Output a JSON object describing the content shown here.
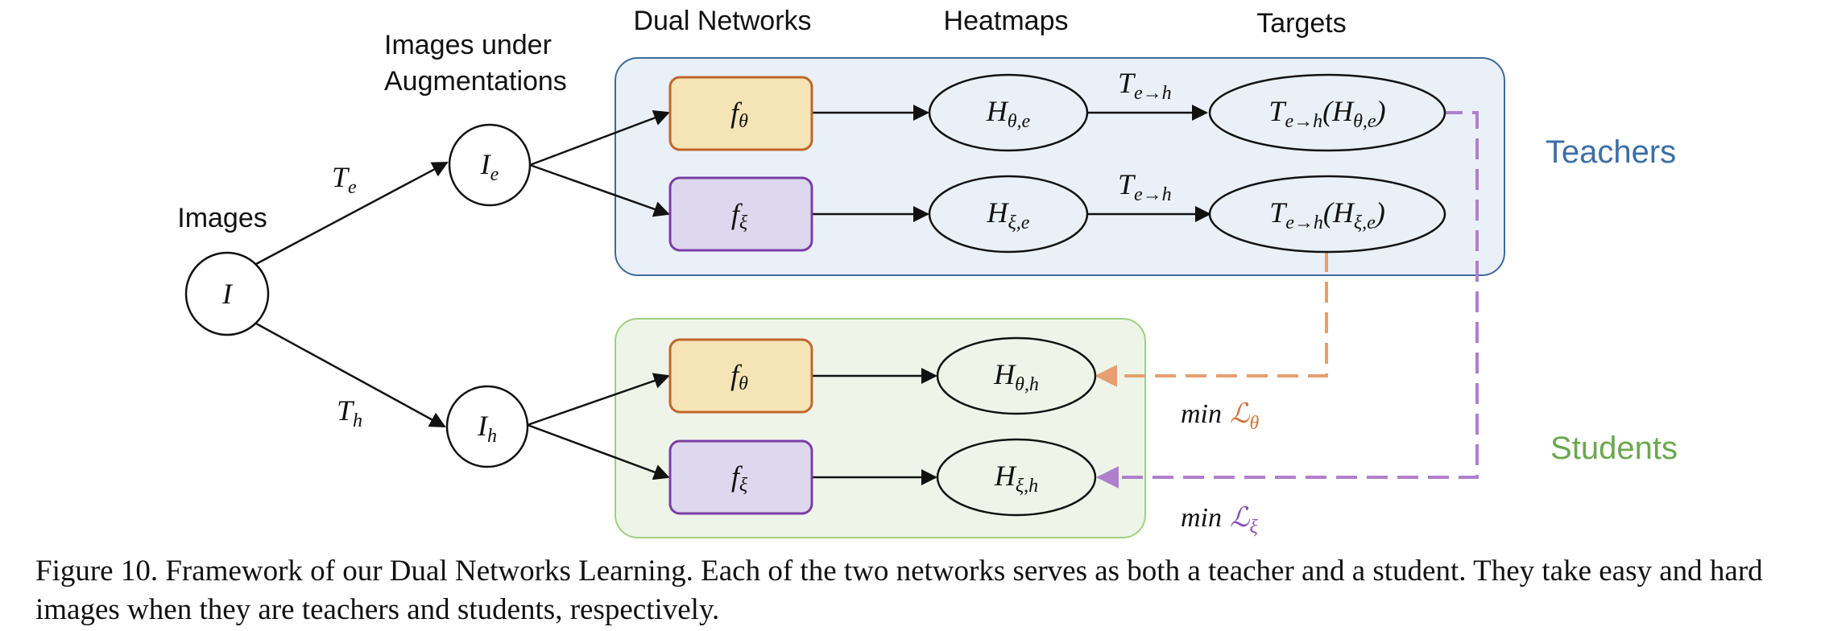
{
  "headers": {
    "images": "Images",
    "augmentations_line1": "Images under",
    "augmentations_line2": "Augmentations",
    "dual_networks": "Dual Networks",
    "heatmaps": "Heatmaps",
    "targets": "Targets"
  },
  "roles": {
    "teachers": "Teachers",
    "students": "Students"
  },
  "nodes": {
    "image": "I",
    "image_easy": {
      "base": "I",
      "sub": "e"
    },
    "image_hard": {
      "base": "I",
      "sub": "h"
    },
    "net_theta": {
      "base": "f",
      "sub": "θ"
    },
    "net_xi": {
      "base": "f",
      "sub": "ξ"
    },
    "heat_theta_e": {
      "base": "H",
      "sub": "θ,e"
    },
    "heat_xi_e": {
      "base": "H",
      "sub": "ξ,e"
    },
    "heat_theta_h": {
      "base": "H",
      "sub": "θ,h"
    },
    "heat_xi_h": {
      "base": "H",
      "sub": "ξ,h"
    },
    "target_theta": {
      "base": "T",
      "sub": "e→h",
      "arg_base": "H",
      "arg_sub": "θ,e"
    },
    "target_xi": {
      "base": "T",
      "sub": "e→h",
      "arg_base": "H",
      "arg_sub": "ξ,e"
    }
  },
  "edges": {
    "t_easy": {
      "base": "T",
      "sub": "e"
    },
    "t_hard": {
      "base": "T",
      "sub": "h"
    },
    "t_transform": {
      "base": "T",
      "sub": "e→h"
    }
  },
  "losses": {
    "prefix": "min",
    "loss_theta": {
      "base": "ℒ",
      "sub": "θ"
    },
    "loss_xi": {
      "base": "ℒ",
      "sub": "ξ"
    }
  },
  "colors": {
    "teacher_panel_fill": "#eaf0f8",
    "teacher_panel_stroke": "#3e6a98",
    "student_panel_fill": "#eef5e8",
    "student_panel_stroke": "#9fd07f",
    "theta_fill": "#f5e4b5",
    "theta_stroke": "#c0662b",
    "xi_fill": "#ddd8ee",
    "xi_stroke": "#7a3ea6",
    "loss_theta_dash": "#e4a070",
    "loss_xi_dash": "#b07fcc",
    "teachers_text": "#3d6ea5",
    "students_text": "#6aa84f"
  },
  "caption": "Figure 10. Framework of our Dual Networks Learning. Each of the two networks serves as both a teacher and a student. They take easy and hard images when they are teachers and students, respectively."
}
